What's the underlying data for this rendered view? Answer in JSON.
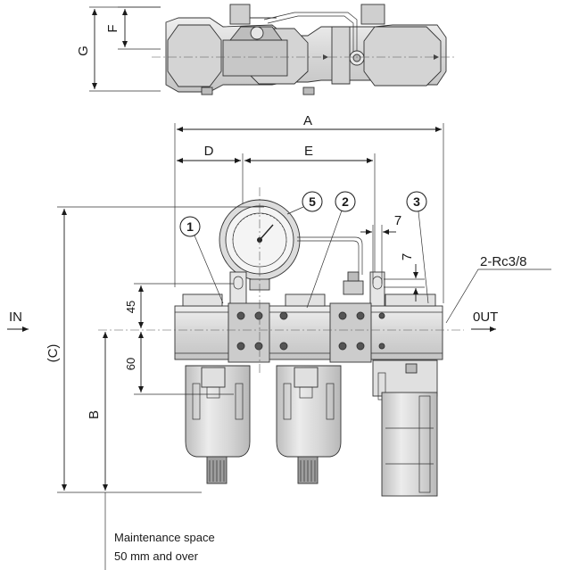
{
  "dimensions": {
    "A": "A",
    "B": "B",
    "C": "(C)",
    "D": "D",
    "E": "E",
    "F": "F",
    "G": "G",
    "h45": "45",
    "h60": "60",
    "d7a": "7",
    "d7b": "7"
  },
  "callouts": [
    "1",
    "5",
    "2",
    "3"
  ],
  "ports": {
    "in_label": "IN",
    "out_label": "0UT",
    "thread": "2-Rc3/8"
  },
  "note": {
    "line1": "Maintenance space",
    "line2": "50 mm and over"
  },
  "colors": {
    "body_fill": "#d9d9d9",
    "body_dark": "#bfbfbf",
    "body_light": "#ececec",
    "bowl_fill": "#cfcfcf",
    "line": "#1a1a1a"
  }
}
